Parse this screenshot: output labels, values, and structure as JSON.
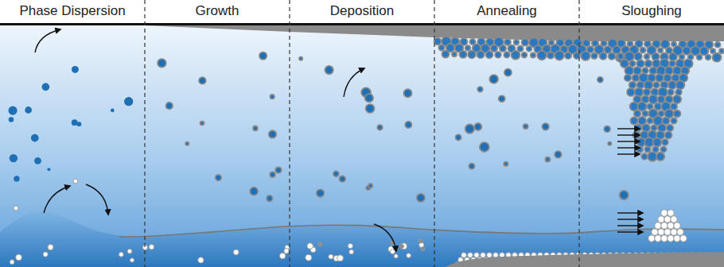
{
  "diagram": {
    "labels": [
      "Phase Dispersion",
      "Growth",
      "Deposition",
      "Annealing",
      "Sloughing"
    ]
  }
}
